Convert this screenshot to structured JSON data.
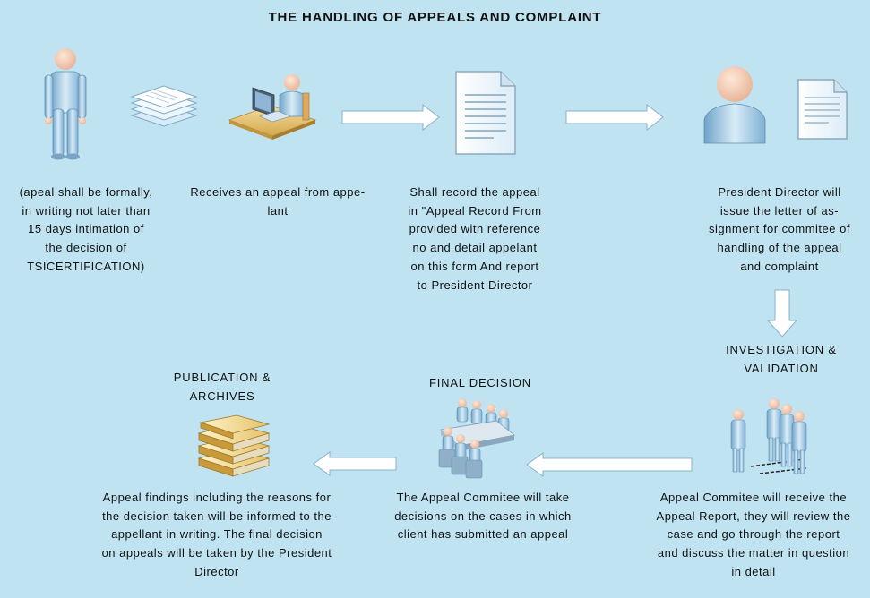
{
  "title": "THE HANDLING OF APPEALS AND COMPLAINT",
  "steps": [
    {
      "text": "(apeal shall be formally,\nin writing not later than\n15 days intimation of\nthe decision of\nTSICERTIFICATION)"
    },
    {
      "text": "Receives an appeal from appe-\nlant"
    },
    {
      "text": "Shall record the appeal\nin \"Appeal Record From\nprovided with reference\nno and detail appelant\non this form And report\nto President Director"
    },
    {
      "text": "President Director will\nissue the letter of as-\nsignment for commitee of\nhandling of the appeal\nand complaint"
    },
    {
      "label": "INVESTIGATION &\nVALIDATION",
      "text": "Appeal Commitee will receive the\nAppeal Report, they will review the\ncase and go through the report\nand discuss the matter in question\nin detail"
    },
    {
      "label": "FINAL DECISION",
      "text": "The Appeal Commitee will take\ndecisions on the cases in which\nclient has submitted an appeal"
    },
    {
      "label": "PUBLICATION &\nARCHIVES",
      "text": "Appeal findings including the reasons for\nthe decision taken will be informed to the\nappellant in writing. The final decision\non appeals will be taken by the President\nDirector"
    }
  ],
  "icons": [
    "person-icon",
    "documents-stack-icon",
    "person-at-desk-icon",
    "document-icon",
    "person-bust-icon",
    "letter-icon",
    "team-standing-icon",
    "meeting-table-icon",
    "book-stack-icon"
  ]
}
